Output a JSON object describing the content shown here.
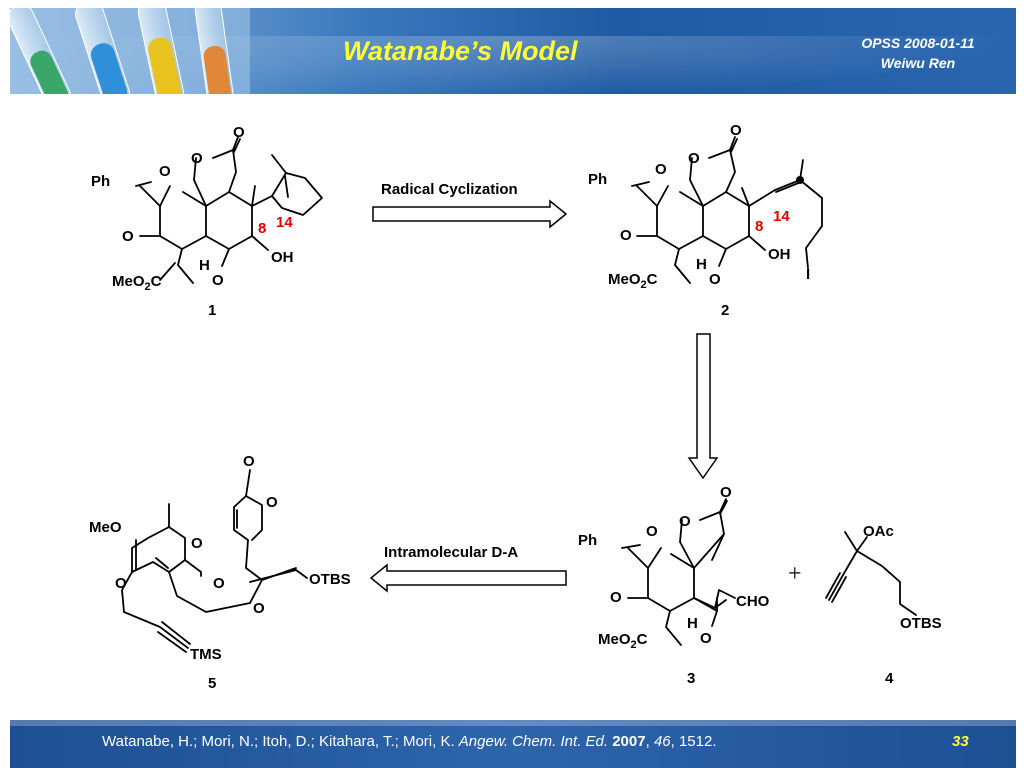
{
  "header": {
    "title": "Watanabe’s Model",
    "meeting": "OPSS 2008-01-11",
    "presenter": "Weiwu Ren"
  },
  "scheme": {
    "arrows": {
      "radical": "Radical Cyclization",
      "diels_alder": "Intramolecular D-A"
    },
    "plus": "+",
    "compounds": {
      "c1": {
        "number": "1",
        "labels": {
          "ph": "Ph",
          "o_acetal_top": "O",
          "o_acetal_bottom": "O",
          "o_lactone": "O",
          "o_carbonyl": "O",
          "meo2c": "MeO2C",
          "o_ether": "O",
          "h": "H",
          "oh": "OH",
          "pos8": "8",
          "pos14": "14"
        }
      },
      "c2": {
        "number": "2",
        "labels": {
          "ph": "Ph",
          "o_acetal_top": "O",
          "o_acetal_bottom": "O",
          "o_lactone": "O",
          "o_carbonyl": "O",
          "meo2c": "MeO2C",
          "o_ether": "O",
          "h": "H",
          "oh": "OH",
          "iodide": "I",
          "pos8": "8",
          "pos14": "14"
        }
      },
      "c3": {
        "number": "3",
        "labels": {
          "ph": "Ph",
          "o_acetal_top": "O",
          "o_acetal_bottom": "O",
          "o_lactone": "O",
          "o_carbonyl": "O",
          "meo2c": "MeO2C",
          "o_ether": "O",
          "h": "H",
          "cho": "CHO"
        }
      },
      "c4": {
        "number": "4",
        "labels": {
          "oac": "OAc",
          "otbs": "OTBS"
        }
      },
      "c5": {
        "number": "5",
        "labels": {
          "meo": "MeO",
          "o_ring": "O",
          "o_carbonyl": "O",
          "o_ether": "O",
          "o_enol": "O",
          "otbs": "OTBS",
          "tms": "TMS",
          "o_pyranone_ring": "O",
          "o_pyranone_carbonyl": "O"
        }
      }
    }
  },
  "footer": {
    "authors": "Watanabe, H.; Mori, N.; Itoh, D.; Kitahara, T.; Mori, K.",
    "journal": "Angew. Chem. Int. Ed.",
    "year": "2007",
    "volume": "46",
    "pages": ", 1512.",
    "page_number": "33"
  },
  "colors": {
    "title": "#ffff33",
    "header_blue": "#1f5aa4",
    "footer_blue": "#1d4f93",
    "highlight": "#e00000"
  }
}
